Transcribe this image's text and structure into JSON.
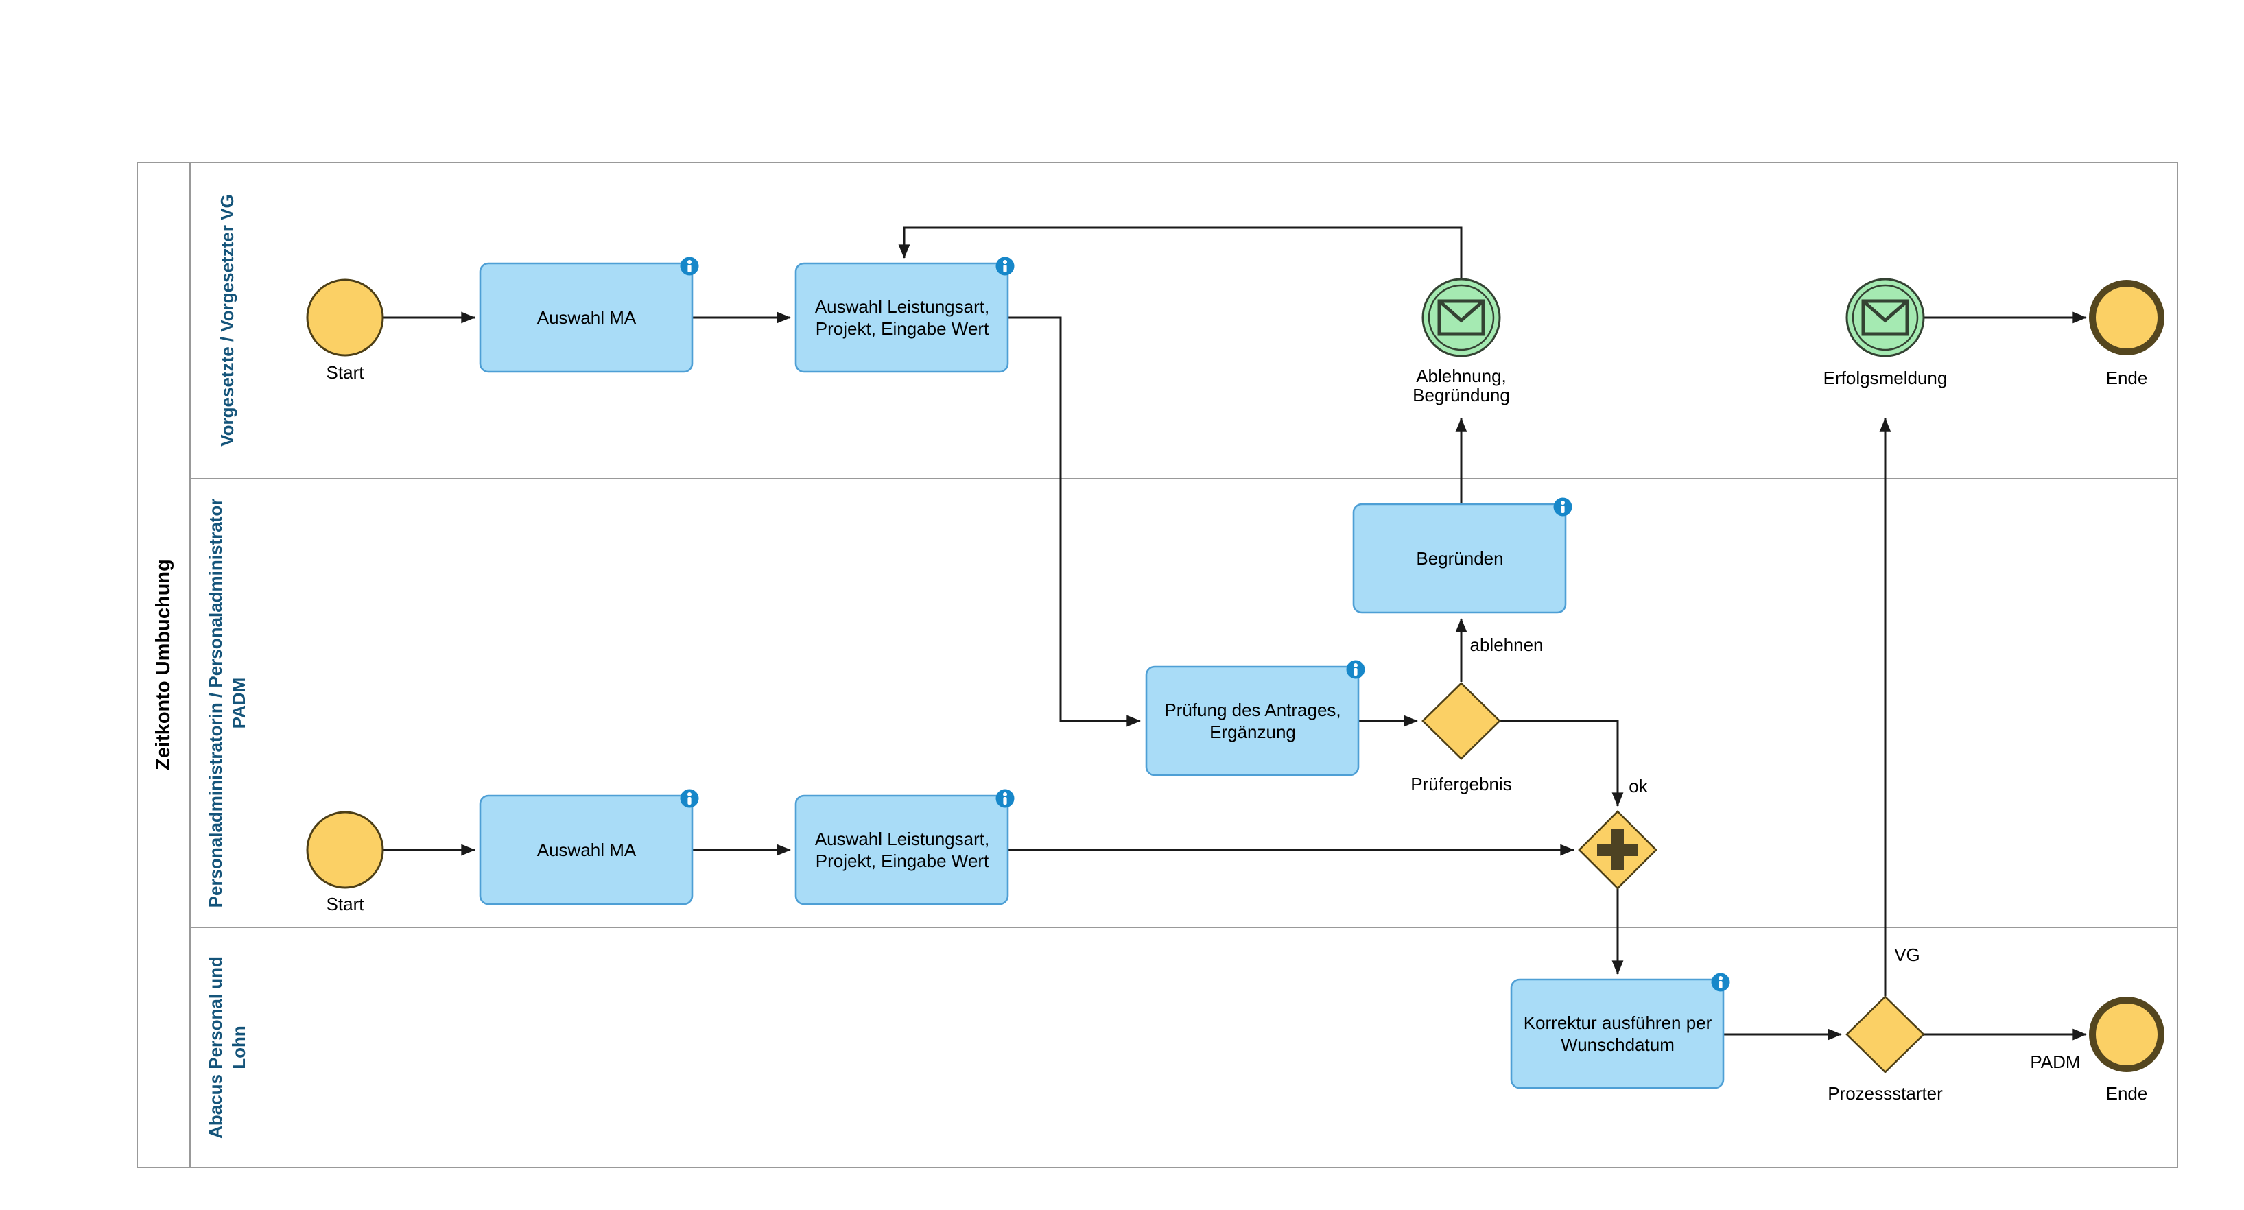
{
  "pool": {
    "title": "Zeitkonto Umbuchung",
    "lanes": [
      {
        "title": "Vorgesetzte / Vorgesetzter VG"
      },
      {
        "title_line1": "Personaladministratorin / Personaladministrator",
        "title_line2": "PADM"
      },
      {
        "title_line1": "Abacus Personal und",
        "title_line2": "Lohn"
      }
    ]
  },
  "nodes": {
    "start_vg": {
      "label": "Start"
    },
    "task_auswahl_ma_vg": {
      "label": "Auswahl MA"
    },
    "task_leistungsart_vg": {
      "line1": "Auswahl Leistungsart,",
      "line2": "Projekt, Eingabe Wert"
    },
    "event_ablehnung": {
      "line1": "Ablehnung,",
      "line2": "Begründung"
    },
    "event_erfolgsmeldung": {
      "label": "Erfolgsmeldung"
    },
    "end_vg": {
      "label": "Ende"
    },
    "task_begruenden": {
      "label": "Begründen"
    },
    "task_pruefung": {
      "line1": "Prüfung des Antrages,",
      "line2": "Ergänzung"
    },
    "gateway_pruefergebnis": {
      "label": "Prüfergebnis"
    },
    "start_padm": {
      "label": "Start"
    },
    "task_auswahl_ma_padm": {
      "label": "Auswahl MA"
    },
    "task_leistungsart_padm": {
      "line1": "Auswahl Leistungsart,",
      "line2": "Projekt, Eingabe Wert"
    },
    "task_korrektur": {
      "line1": "Korrektur ausführen per",
      "line2": "Wunschdatum"
    },
    "gateway_prozessstarter": {
      "label": "Prozessstarter"
    },
    "end_abacus": {
      "label": "Ende"
    }
  },
  "edge_labels": {
    "ablehnen": "ablehnen",
    "ok": "ok",
    "vg": "VG",
    "padm": "PADM"
  },
  "colors": {
    "task_fill": "#A9DCF7",
    "task_stroke": "#4E9FD5",
    "event_fill": "#FBD065",
    "event_stroke": "#4D3F17",
    "end_stroke": "#54461F",
    "message_fill": "#A5EAB2",
    "message_stroke": "#344233",
    "plus_color": "#4D4223",
    "info_fill": "#1787C9",
    "line_color": "#1A1A1A",
    "pool_border": "#999999",
    "lane_title": "#14547A"
  }
}
